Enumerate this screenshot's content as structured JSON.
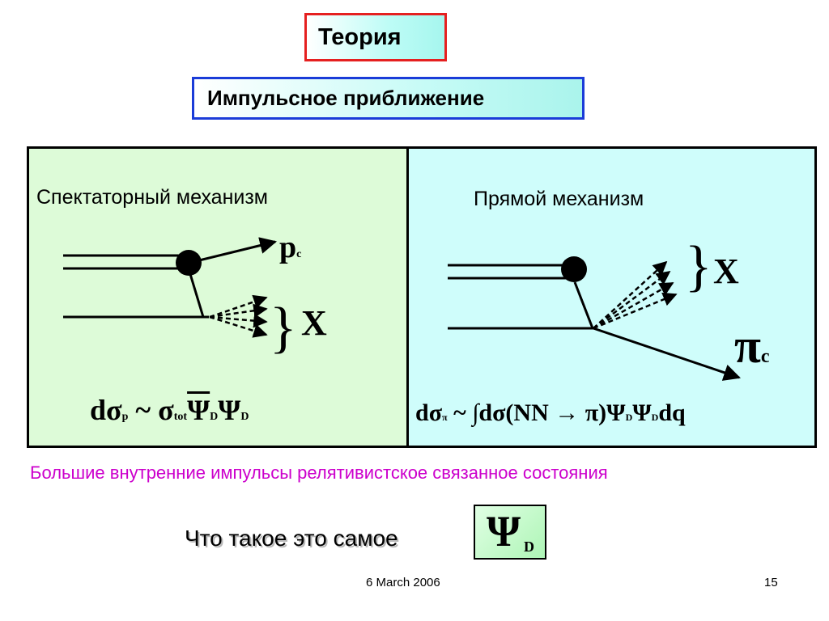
{
  "title": "Теория",
  "subtitle": "Импульсное приближение",
  "left_panel": {
    "heading": "Спектаторный механизм",
    "label_p": "p",
    "label_p_sub": "c",
    "label_x": "X",
    "formula": {
      "d": "d",
      "sigma": "σ",
      "sub_p": "p",
      "tilde": "~",
      "sigma2": "σ",
      "sub_tot": "tot",
      "psi_bar": "Ψ",
      "sub_d1": "D",
      "psi": "Ψ",
      "sub_d2": "D"
    }
  },
  "right_panel": {
    "heading": "Прямой механизм",
    "label_x": "X",
    "label_pi": "π",
    "label_pi_sub": "c",
    "formula": {
      "d": "d",
      "sigma": "σ",
      "sub_pi": "π",
      "tilde": "~",
      "integral": "∫",
      "body": "dσ(NN → π)Ψ",
      "sub_d1": "D",
      "psi": "Ψ",
      "sub_d2": "D",
      "tail": "dq"
    }
  },
  "note": "Большие внутренние импульсы  релятивистское связанное состояния",
  "question": "Что такое это самое",
  "psi_box": {
    "psi": "Ψ",
    "sub": "D"
  },
  "footer": {
    "date": "6 March 2006",
    "page": "15"
  },
  "colors": {
    "title_border": "#e52020",
    "subtitle_border": "#1a3cd8",
    "left_bg": "#ddfbd8",
    "right_bg": "#cffdfb",
    "note": "#cc00cc"
  }
}
